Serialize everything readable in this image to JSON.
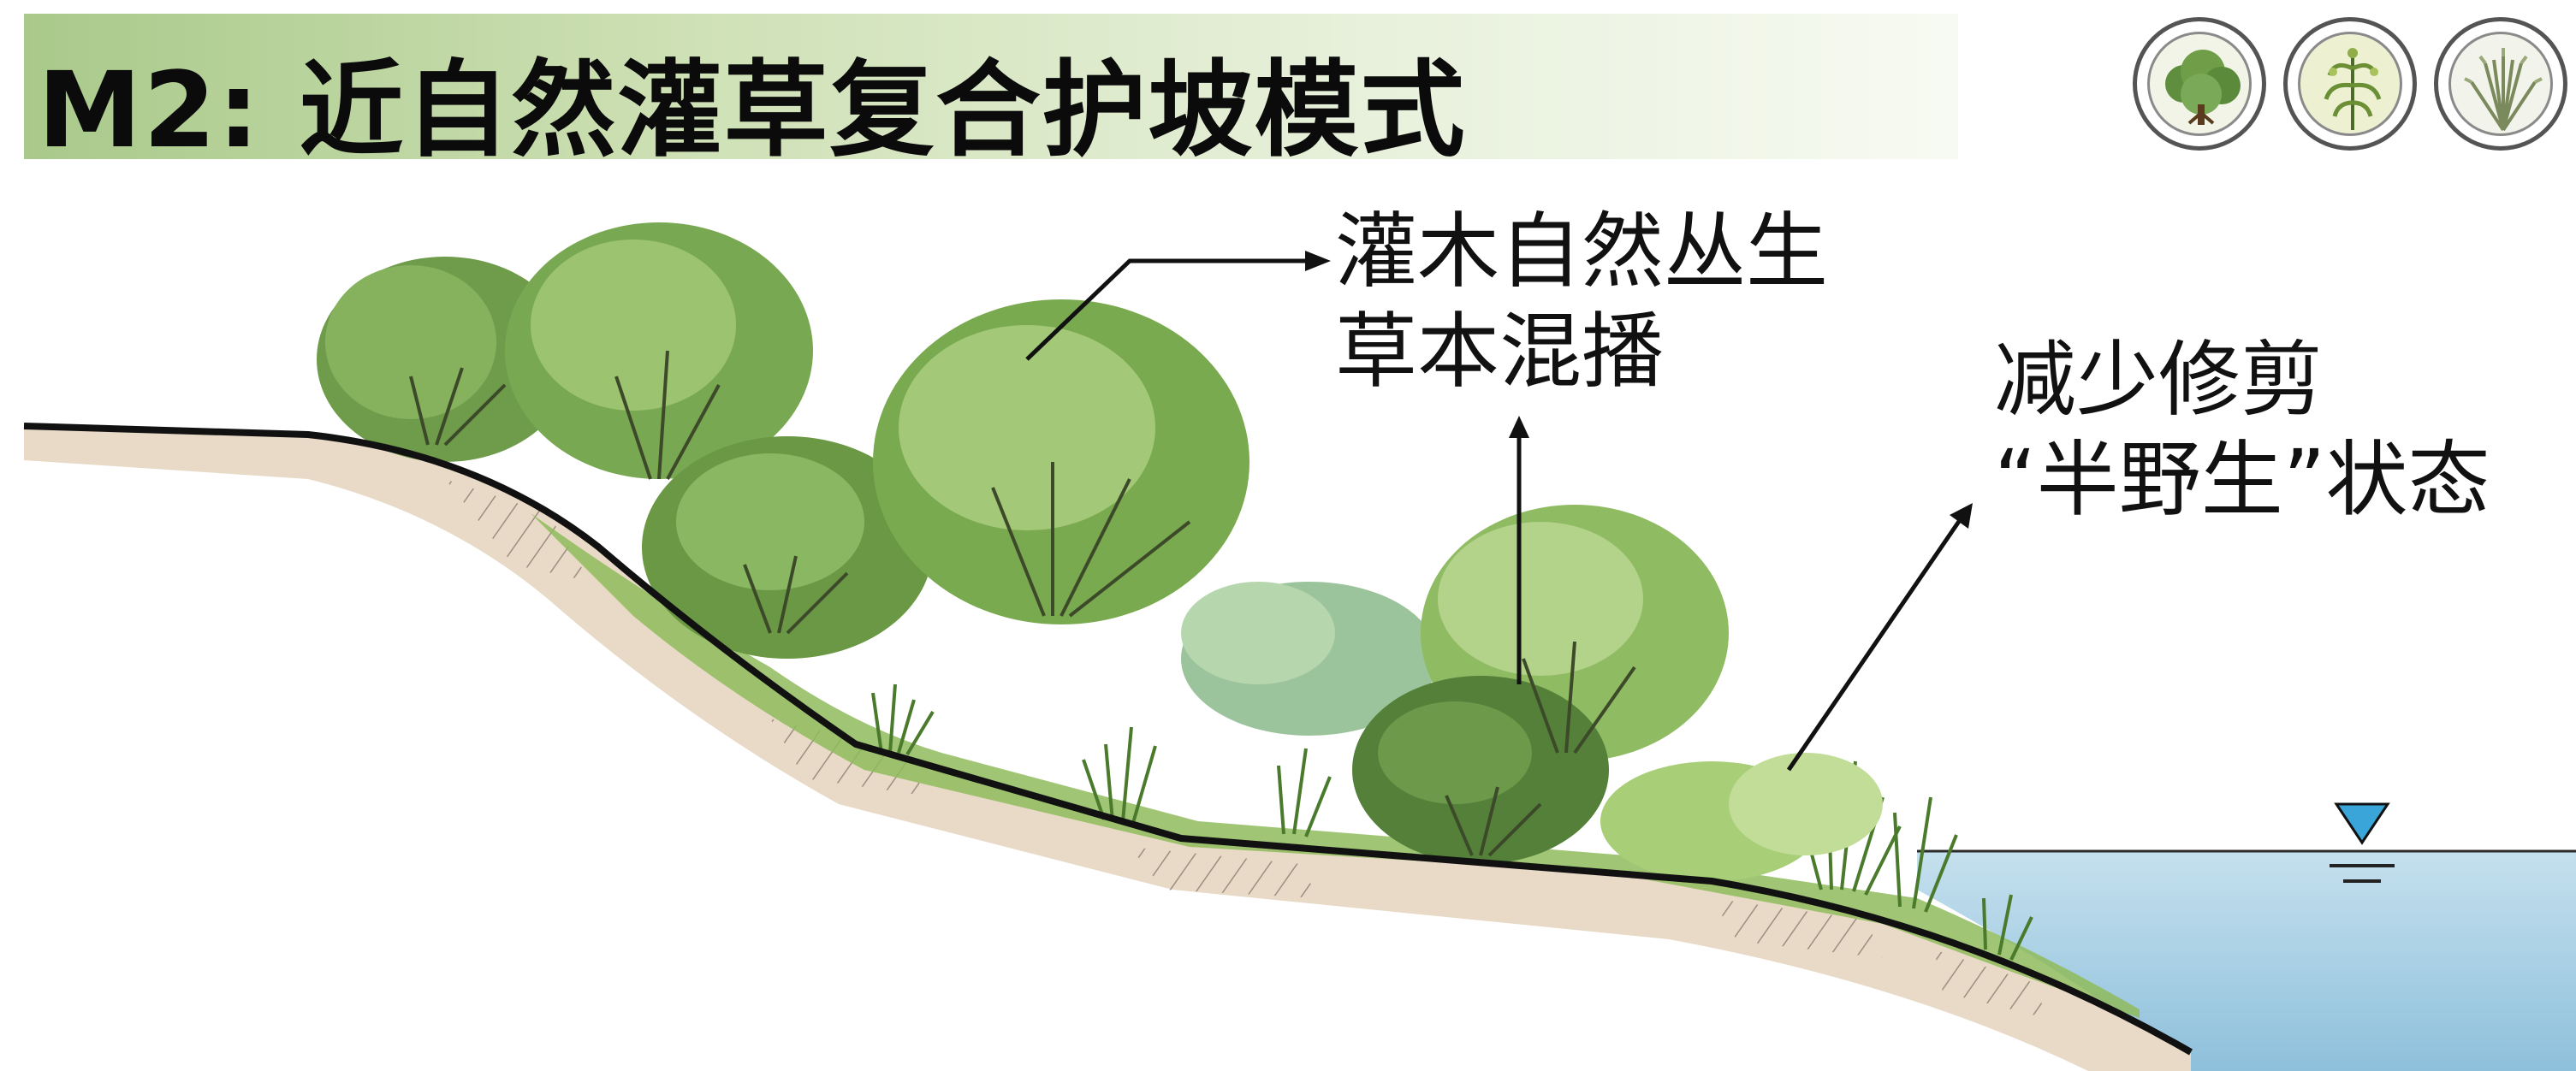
{
  "title": "M2: 近自然灌草复合护坡模式",
  "badges": [
    {
      "icon": "shrub-icon"
    },
    {
      "icon": "herb-plant-icon"
    },
    {
      "icon": "grass-icon"
    }
  ],
  "annotations": {
    "shrub_label_line1": "灌木自然丛生",
    "shrub_label_line2": "草本混播",
    "pruning_label_line1": "减少修剪",
    "pruning_label_line2": "“半野生”状态"
  },
  "colors": {
    "title_band": "#bcd6a0",
    "foliage_dark": "#4f7a34",
    "foliage_mid": "#77a552",
    "foliage_light": "#a9c884",
    "soil": "#e3d3bd",
    "water": "#9cc9e0"
  }
}
